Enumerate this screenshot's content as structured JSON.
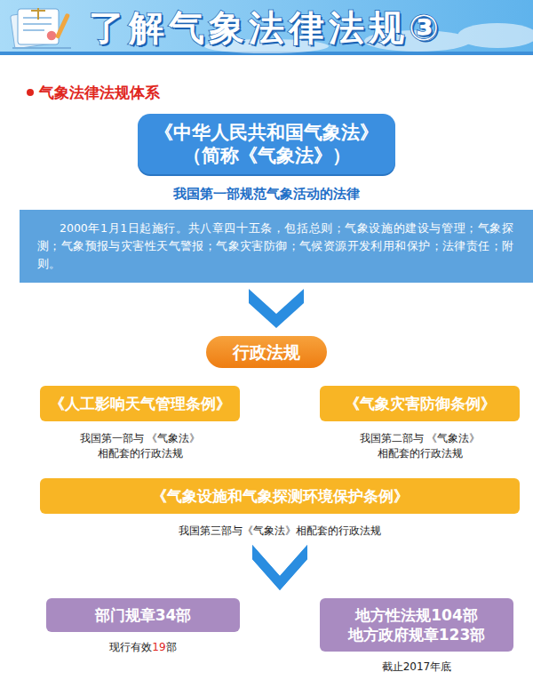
{
  "diagram": {
    "title": "了解气象法律法规③",
    "nodes": [
      {
        "text": [
          "《中华人民共和国气象法》 （简称《气象法》）",
          "我国第一部规范气象活动的法律"
        ]
      },
      {
        "text": [
          "2000年1月1日起施行。共八章四十五条，包括总则；气象设施的建设与管理；气象探测；气象预报与灾害性天气警报；气象灾害防御；气候资源开发利用和保护；法律责任；附则。"
        ]
      },
      {
        "text": [
          "行政法规"
        ]
      },
      {
        "text": [
          "《人工影响天气管理条例》",
          "我国第一部与 《气象法》相配套的行政法规"
        ]
      },
      {
        "text": [
          "《气象灾害防御条例》",
          "我国第二部与 《气象法》相配套的行政法规"
        ]
      },
      {
        "text": [
          "《气象设施和气象探测环境保护条例》",
          "我国第三部与《气象法》相配套的行政法规"
        ]
      },
      {
        "text": [
          "部门规章34部",
          "现行有效19部"
        ]
      },
      {
        "text": [
          "地方性法规104部 地方政府规章123部",
          "截止2017年底"
        ]
      }
    ],
    "edges": [
      {
        "from": 1,
        "to": 2,
        "arrow": "to"
      },
      {
        "from": 5,
        "to": 6,
        "arrow": "to"
      },
      {
        "from": 5,
        "to": 7,
        "arrow": "to"
      }
    ],
    "labels": [
      "气象法律法规体系"
    ]
  }
}
